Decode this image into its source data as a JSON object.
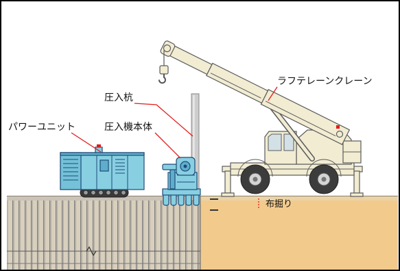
{
  "labels": {
    "pile": "圧入杭",
    "press_in_machine": "圧入機本体",
    "power_unit": "パワーユニット",
    "crane": "ラフテレーンクレーン",
    "trench": "布掘り"
  },
  "colors": {
    "ground": "#f2ca8c",
    "machine": "#88cfe2",
    "machine_outline": "#1e4b78",
    "crane_body": "#f1ecd2",
    "pile": "#cdcdcd",
    "leader": "#e31b1b",
    "lamp": "#e31b1b"
  }
}
